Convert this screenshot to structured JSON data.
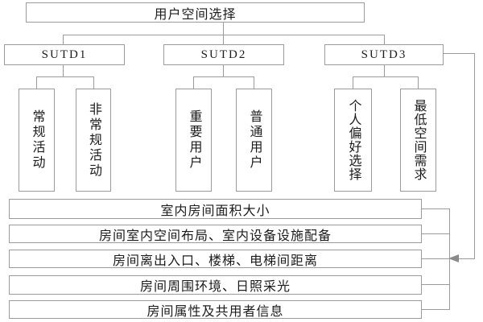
{
  "diagram": {
    "title": "用户空间选择",
    "groups": [
      {
        "label": "SUTD1",
        "children": [
          "常规活动",
          "非常规活动"
        ]
      },
      {
        "label": "SUTD2",
        "children": [
          "重要用户",
          "普通用户"
        ]
      },
      {
        "label": "SUTD3",
        "children": [
          "个人偏好选择",
          "最低空间需求"
        ]
      }
    ],
    "criteria": [
      "室内房间面积大小",
      "房间室内空间布局、室内设备设施配备",
      "房间离出入口、楼梯、电梯间距离",
      "房间周围环境、日照采光",
      "房间属性及共用者信息"
    ],
    "colors": {
      "line": "#9b9b9b",
      "arrow": "#8a8a8a",
      "text": "#1c1c1c",
      "background": "#ffffff"
    }
  }
}
